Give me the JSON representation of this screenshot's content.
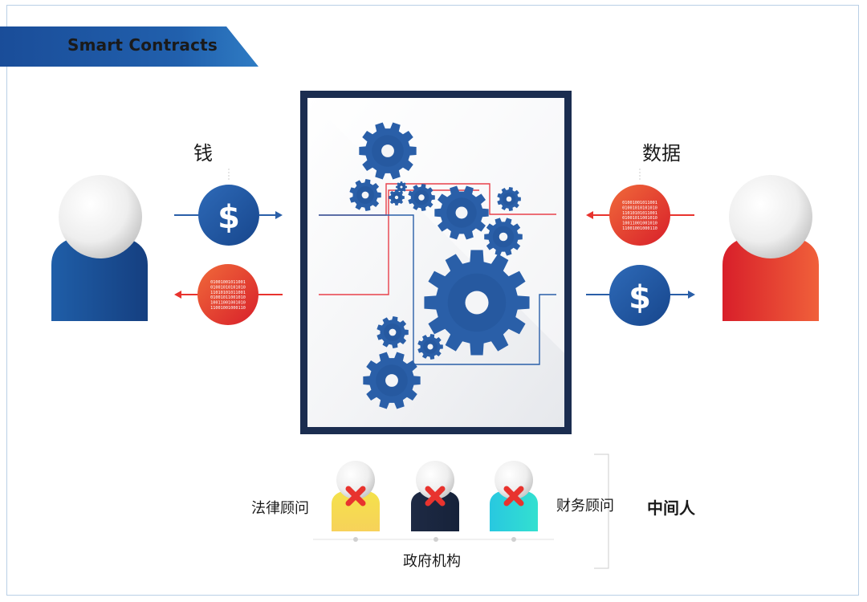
{
  "banner": {
    "title": "Smart Contracts"
  },
  "labels": {
    "money": "钱",
    "data": "数据",
    "legal_advisor": "法律顾问",
    "financial_advisor": "财务顾问",
    "government": "政府机构",
    "middleman": "中间人"
  },
  "coins": {
    "dollar_symbol": "$",
    "binary_lines": [
      "01001001011001",
      "01001010101010",
      "11010101011001",
      "01001011001010",
      "10011001001010",
      "11001001000110"
    ]
  },
  "icons": [
    "person-icon",
    "dollar-coin-icon",
    "binary-data-coin-icon",
    "gear-icon",
    "x-mark-icon",
    "arrow-right-icon",
    "arrow-left-icon"
  ],
  "colors": {
    "blue": "#2a5fa8",
    "red": "#e8332e",
    "navy": "#1b2d50",
    "banner_blue": "#1f5aa6"
  }
}
